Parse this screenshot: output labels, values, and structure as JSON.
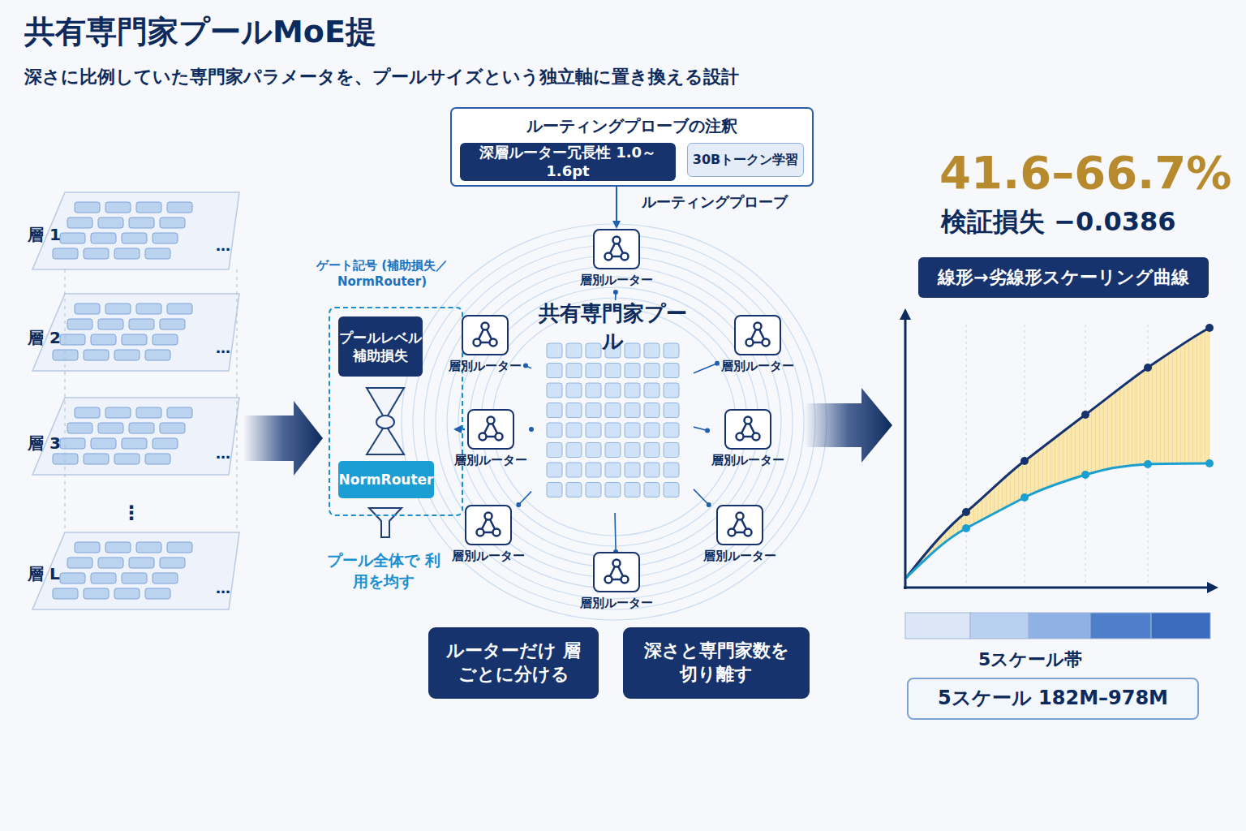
{
  "diagram": {
    "title": "共有専門家プールMoE提",
    "nodes": [
      {
        "text": [
          "ルーティングプローブの注釈"
        ]
      },
      {
        "text": [
          "深層ルーター冗長性 1.0～1.6pt"
        ],
        "in": 0
      },
      {
        "text": [
          "30Bトークン学習"
        ],
        "in": 0
      },
      {
        "text": [
          "ゲート記号 (補助損失／NormRouter)"
        ]
      },
      {
        "text": [
          "プールレベル 補助損失"
        ],
        "in": 3
      },
      {
        "text": [
          "NormRouter"
        ],
        "in": 3
      },
      {
        "text": [
          "共有専門家プール"
        ]
      },
      {
        "text": [
          "層別ルーター"
        ]
      },
      {
        "text": [
          "層別ルーター"
        ]
      },
      {
        "text": [
          "層別ルーター"
        ]
      },
      {
        "text": [
          "層別ルーター"
        ]
      },
      {
        "text": [
          "層別ルーター"
        ]
      },
      {
        "text": [
          "層別ルーター"
        ]
      },
      {
        "text": [
          "層別ルーター"
        ]
      },
      {
        "text": [
          "層別ルーター"
        ]
      },
      {
        "text": [
          "ルーターだけ 層ごとに分ける"
        ]
      },
      {
        "text": [
          "深さと専門家数を 切り離す"
        ]
      },
      {
        "text": [
          "線形→劣線形スケーリング曲線"
        ]
      },
      {
        "text": [
          "5スケール 182M–978M"
        ]
      }
    ],
    "edges": [
      {
        "from": 0,
        "to": 7,
        "arrow": "to",
        "label": "ルーティングプローブ"
      },
      {
        "from": 3,
        "to": 10,
        "arrow": "to"
      },
      {
        "from": 7,
        "to": 6,
        "arrow": "none"
      },
      {
        "from": 8,
        "to": 6,
        "arrow": "none"
      },
      {
        "from": 9,
        "to": 6,
        "arrow": "none"
      },
      {
        "from": 10,
        "to": 6,
        "arrow": "none"
      },
      {
        "from": 11,
        "to": 6,
        "arrow": "none"
      },
      {
        "from": 12,
        "to": 6,
        "arrow": "none"
      },
      {
        "from": 13,
        "to": 6,
        "arrow": "none"
      },
      {
        "from": 14,
        "to": 6,
        "arrow": "none"
      }
    ],
    "labels": [
      "深さに比例していた専門家パラメータを、プールサイズという独立軸に置き換える設計",
      "層 1",
      "層 2",
      "層 3",
      "層 L",
      "…",
      "…",
      "…",
      "…",
      "⋮",
      "プール全体で 利用を均す",
      "41.6–66.7%",
      "検証損失 −0.0386",
      "5スケール帯"
    ]
  }
}
